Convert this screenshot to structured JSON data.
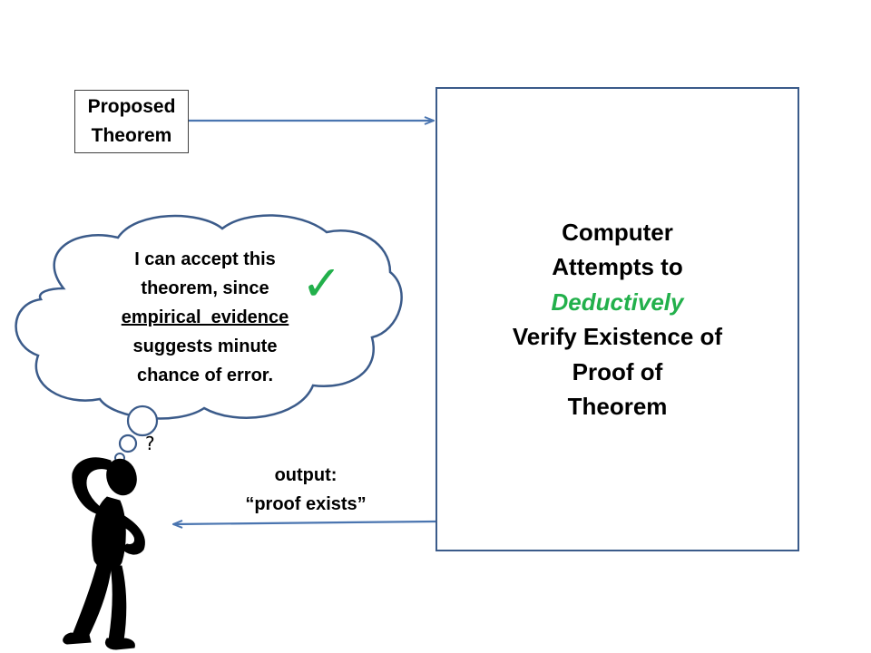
{
  "diagram": {
    "proposed_box": {
      "lines": [
        "Proposed",
        "Theorem"
      ]
    },
    "computer_box": {
      "lines": [
        "Computer",
        "Attempts to"
      ],
      "accent_line": "Deductively",
      "lines_after": [
        "Verify Existence of",
        "Proof of",
        "Theorem"
      ],
      "accent_color": "#22b04b"
    },
    "thought": {
      "line1": "I can accept this",
      "line2": "theorem, since",
      "line3_underlined": "empirical  evidence",
      "line4": "suggests minute",
      "line5": "chance of error."
    },
    "output_label": {
      "line1": "output:",
      "line2": "“proof exists”"
    },
    "icons": {
      "checkmark": "✓",
      "question": "?",
      "checkmark_icon": "checkmark-icon",
      "question_icon": "question-mark-icon",
      "person_icon": "thinking-person-icon"
    },
    "colors": {
      "arrow": "#4a75b0",
      "box_border": "#3b5b8a",
      "cloud_border": "#3b5b8a",
      "check": "#22b04b"
    }
  }
}
